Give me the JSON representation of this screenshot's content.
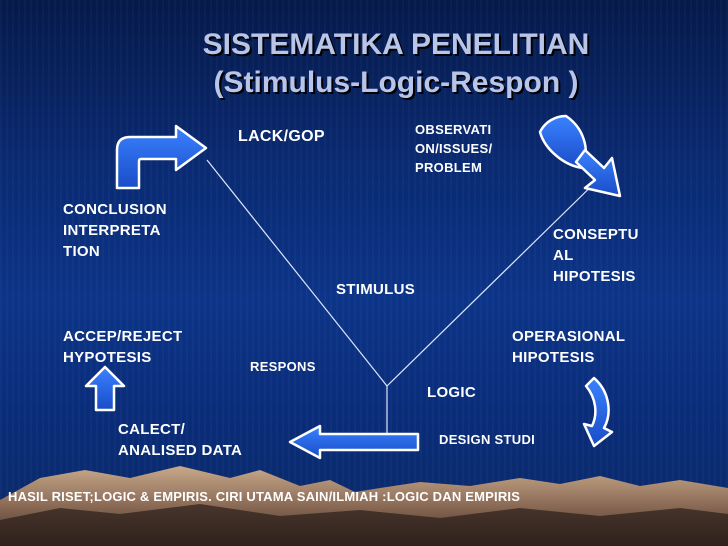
{
  "title": {
    "line1": "SISTEMATIKA PENELITIAN",
    "line2": "(Stimulus-Logic-Respon )"
  },
  "labels": {
    "lack_gop": "LACK/GOP",
    "observation": "OBSERVATI\nON/ISSUES/\nPROBLEM",
    "conclusion": "CONCLUSION\nINTERPRETA\nTION",
    "conceptual": "CONSEPTU\nAL\nHIPOTESIS",
    "stimulus": "STIMULUS",
    "accept_reject": "ACCEP/REJECT\nHYPOTESIS",
    "operasional": "OPERASIONAL\nHIPOTESIS",
    "respons": "RESPONS",
    "logic": "LOGIC",
    "collect": "CALECT/\nANALISED DATA",
    "design": "DESIGN STUDI"
  },
  "footer": "HASIL RISET;LOGIC & EMPIRIS. CIRI UTAMA SAIN/ILMIAH :LOGIC DAN EMPIRIS",
  "colors": {
    "arrow_fill": "#2c6ee8",
    "arrow_stroke": "#ffffff",
    "text": "#ffffff",
    "title": "#b8c4e8"
  }
}
